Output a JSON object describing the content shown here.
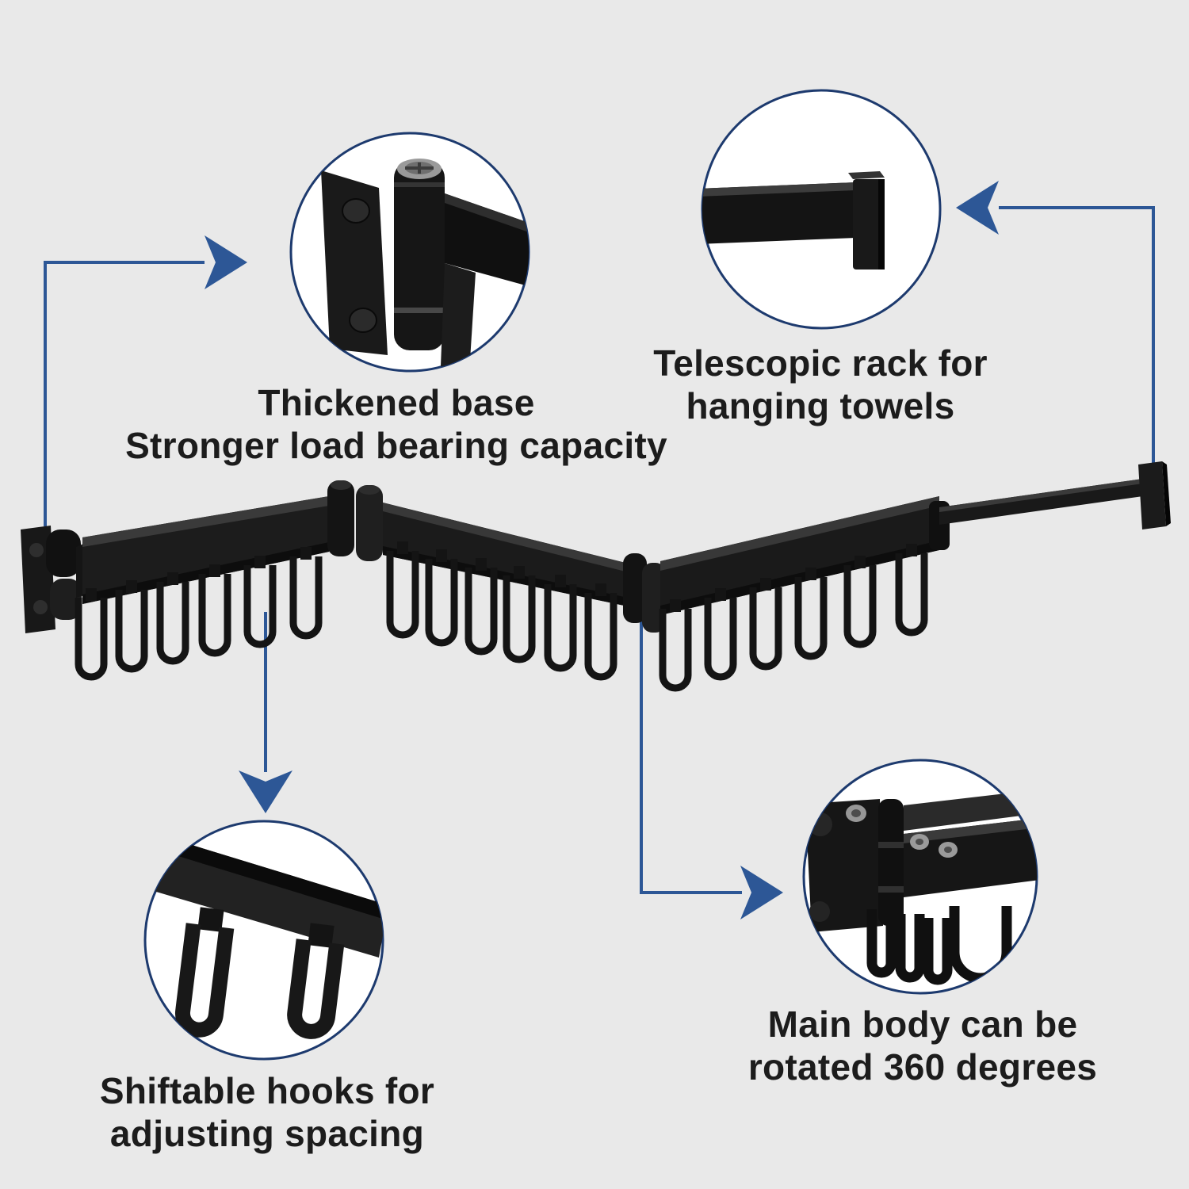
{
  "background": "#e9e9e9",
  "colors": {
    "accent_blue": "#2d5796",
    "circle_border": "#1d3a6e",
    "product_black": "#1a1a1a",
    "text": "#1c1c1c"
  },
  "icons": {
    "arrow_right": "right-pointing dart arrow",
    "arrow_left": "left-pointing dart arrow",
    "arrow_down": "down-pointing dart arrow"
  },
  "callouts": {
    "thickened_base": {
      "line1": "Thickened base",
      "line2": "Stronger load bearing capacity"
    },
    "telescopic_rack": {
      "line1": "Telescopic rack for",
      "line2": "hanging towels"
    },
    "shiftable_hooks": {
      "line1": "Shiftable hooks for",
      "line2": "adjusting spacing"
    },
    "rotatable_body": {
      "line1": "Main body can be",
      "line2": "rotated 360 degrees"
    }
  }
}
